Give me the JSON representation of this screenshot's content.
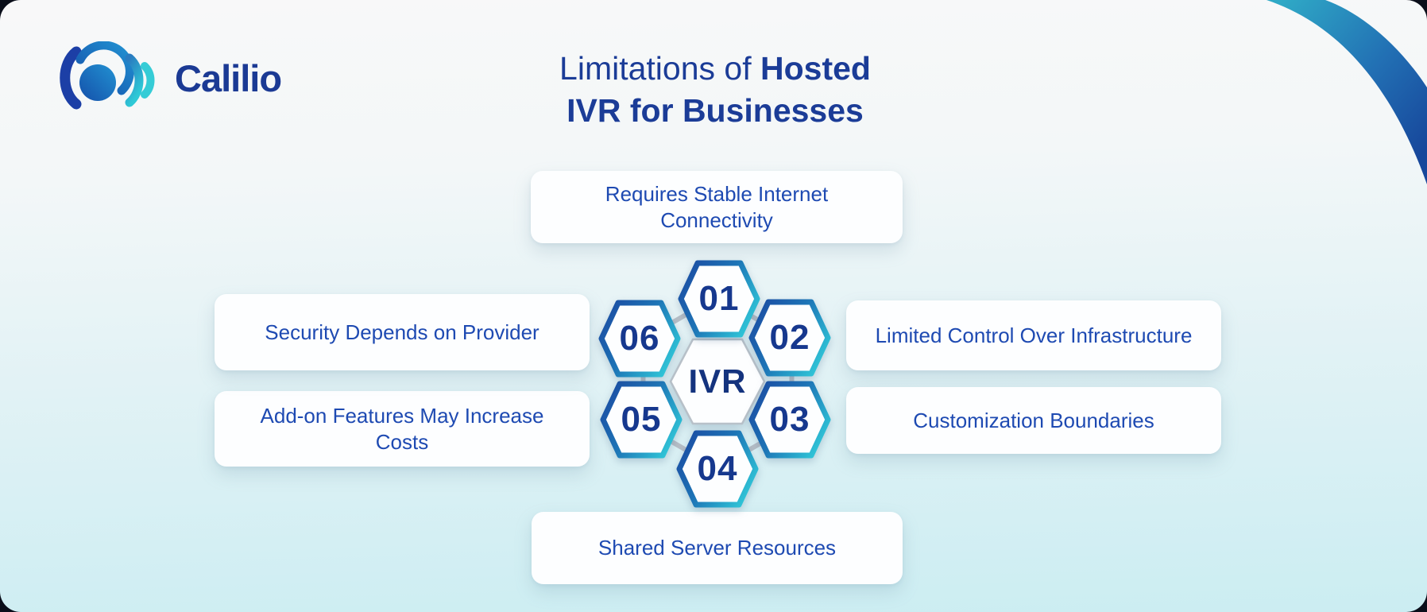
{
  "logo": {
    "text": "Calilio"
  },
  "title": {
    "prefix": "Limitations of",
    "bold1": "Hosted",
    "line2": "IVR for Businesses"
  },
  "center": {
    "label": "IVR"
  },
  "nodes": [
    {
      "number": "01",
      "label": "Requires Stable Internet Connectivity",
      "position": "top"
    },
    {
      "number": "02",
      "label": "Limited Control Over Infrastructure",
      "position": "upper-right"
    },
    {
      "number": "03",
      "label": "Customization Boundaries",
      "position": "lower-right"
    },
    {
      "number": "04",
      "label": "Shared Server Resources",
      "position": "bottom"
    },
    {
      "number": "05",
      "label": "Add-on Features May Increase Costs",
      "position": "lower-left"
    },
    {
      "number": "06",
      "label": "Security Depends on Provider",
      "position": "upper-left"
    }
  ],
  "icons": {
    "logo_icon": "calilio-soundwave-icon",
    "corner_icon": "corner-swoosh-ribbon"
  },
  "colors": {
    "title_blue": "#1b3c97",
    "box_text_blue": "#1e4ab2",
    "hex_number_blue": "#16388e",
    "hex_gradient_start": "#1b4fa4",
    "hex_gradient_end": "#31cad9",
    "center_hex_border": "#b8c1c9",
    "ribbon_teal": "#2fa9c6",
    "ribbon_blue": "#17479b",
    "background_top": "#f8f8f9",
    "background_bottom": "#cbedf2"
  }
}
